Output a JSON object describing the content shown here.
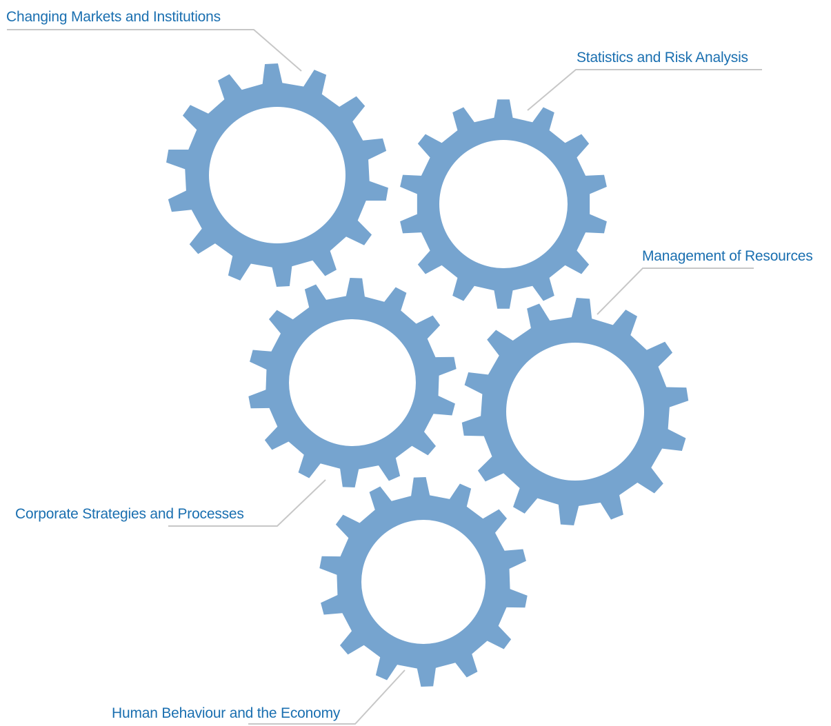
{
  "colors": {
    "gear": "#76a4cf",
    "label_text": "#1a6fb0",
    "connector": "#c7c7c7",
    "background": "#ffffff"
  },
  "gears": [
    {
      "id": "gear-changing-markets",
      "label": "Changing Markets and Institutions"
    },
    {
      "id": "gear-statistics-risk",
      "label": "Statistics and Risk Analysis"
    },
    {
      "id": "gear-corporate-strategies",
      "label": "Corporate Strategies and Processes"
    },
    {
      "id": "gear-management-resources",
      "label": "Management of Resources"
    },
    {
      "id": "gear-human-behaviour",
      "label": "Human Behaviour and the Economy"
    }
  ]
}
